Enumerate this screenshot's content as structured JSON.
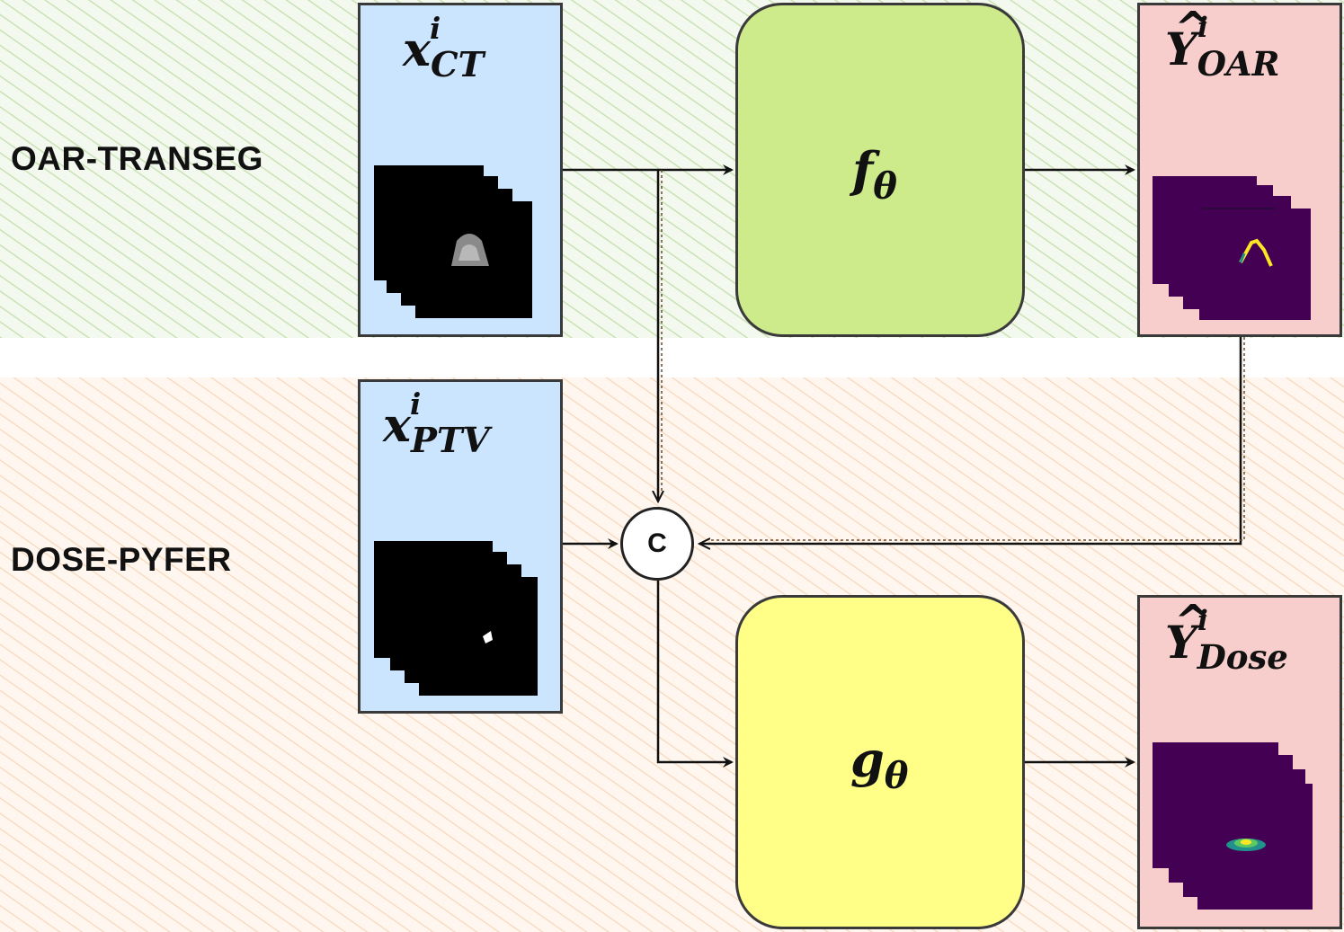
{
  "bands": {
    "top_label": "OAR-TRANSEG",
    "bottom_label": "DOSE-PYFER"
  },
  "inputs": {
    "ct": {
      "base": "x",
      "sup": "i",
      "sub": "CT"
    },
    "ptv": {
      "base": "x",
      "sup": "i",
      "sub": "PTV"
    }
  },
  "models": {
    "f": {
      "base": "f",
      "sub": "θ"
    },
    "g": {
      "base": "g",
      "sub": "θ"
    }
  },
  "outputs": {
    "oar": {
      "base": "Y",
      "hat": "^",
      "sup": "i",
      "sub": "OAR"
    },
    "dose": {
      "base": "Y",
      "hat": "^",
      "sup": "i",
      "sub": "Dose"
    }
  },
  "concat_label": "C",
  "colors": {
    "top_band": "#d5e8d4",
    "bottom_band": "#ffe6cc",
    "input_fill": "#cce5ff",
    "output_fill": "#f8cecc",
    "model_f_fill": "#cdeb8b",
    "model_g_fill": "#ffff88",
    "segmentation_bg": "#440154",
    "stroke": "#222222"
  }
}
